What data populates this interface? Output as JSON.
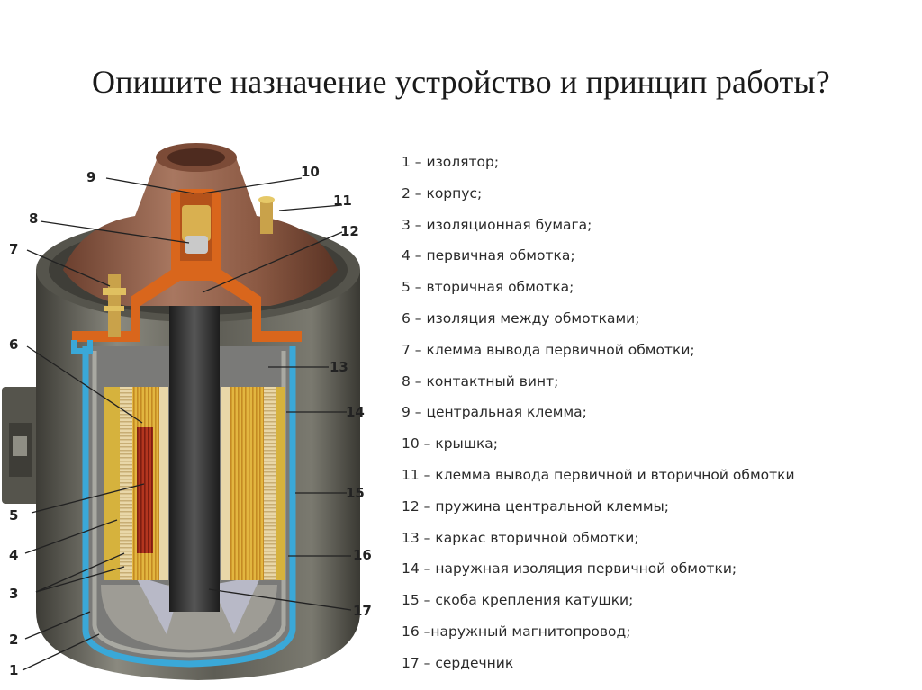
{
  "slide": {
    "title": "Опишите назначение устройство и принцип работы?"
  },
  "diagram": {
    "callout_numbers": [
      "1",
      "2",
      "3",
      "4",
      "5",
      "6",
      "7",
      "8",
      "9",
      "10",
      "11",
      "12",
      "13",
      "14",
      "15",
      "16",
      "17"
    ]
  },
  "legend": [
    "1 – изолятор;",
    "2 – корпус;",
    "3 – изоляционная бумага;",
    "4 – первичная обмотка;",
    "5 – вторичная обмотка;",
    "6 – изоляция между обмотками;",
    "7 – клемма вывода первичной обмотки;",
    "8 – контактный винт;",
    "9 – центральная клемма;",
    "10 – крышка;",
    "11 – клемма вывода первичной и вторичной обмотки",
    "12 – пружина центральной клеммы;",
    "13 – каркас вторичной обмотки;",
    "14 – наружная изоляция первичной обмотки;",
    "15 – скоба крепления катушки;",
    "16 –наружный магнитопровод;",
    "17 – сердечник"
  ],
  "colors": {
    "body_metal": "#6f6e65",
    "cap_brown": "#8a5a45",
    "insulation_orange": "#d9661c",
    "winding_yellow": "#e7c046",
    "winding_red": "#b5301f",
    "core_dark": "#2f2f2f",
    "inner_blue": "#3aa8d8"
  }
}
